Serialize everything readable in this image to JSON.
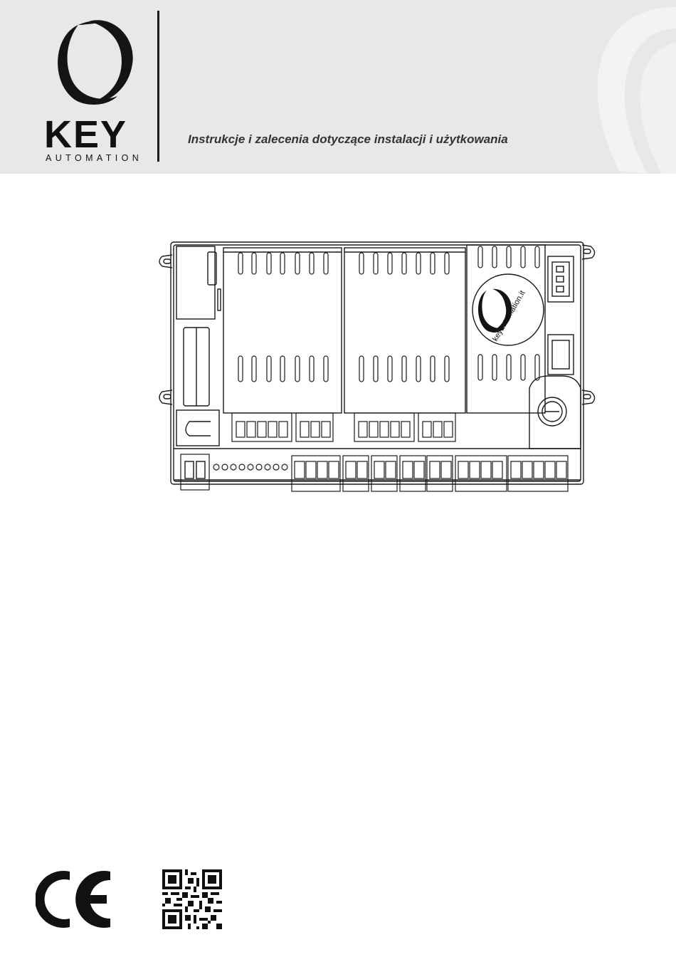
{
  "header": {
    "brand": "KEY",
    "brand_sub": "AUTOMATION",
    "subtitle": "Instrukcje i zalecenia dotyczące instalacji i użytkowania"
  },
  "board": {
    "logo_text": "keyautomation.it"
  },
  "colors": {
    "header_bg": "#e8e8e9",
    "ink": "#111111",
    "subtitle": "#333333"
  },
  "icons": {
    "logo_mark": "key-ring-logo-icon",
    "ce": "ce-mark-icon",
    "qr": "qr-code-icon"
  }
}
